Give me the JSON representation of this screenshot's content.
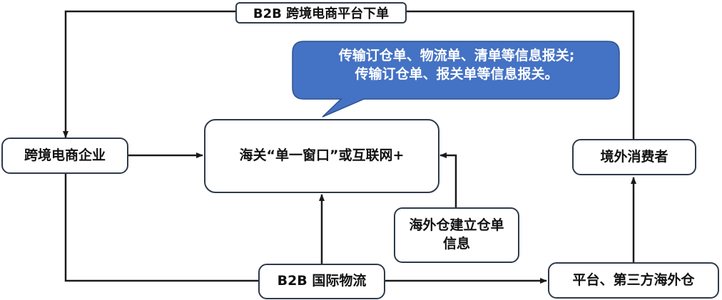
{
  "nodes": {
    "enterprise": "跨境电商企业",
    "customs": "海关“单一窗口”或互联网+",
    "consumer": "境外消费者",
    "overseas_info": "海外仓建立仓单信息",
    "logistics": "B2B 国际物流",
    "warehouse": "平台、第三方海外仓"
  },
  "top_label": "B2B 跨境电商平台下单",
  "callout": {
    "line1": "传输订仓单、物流单、清单等信息报关;",
    "line2": "传输订仓单、报关单等信息报关。"
  },
  "colors": {
    "callout_fill": "#4472c4",
    "callout_border": "#2f528f",
    "line": "#1a1a1a",
    "box_border": "#2e3a4a"
  }
}
